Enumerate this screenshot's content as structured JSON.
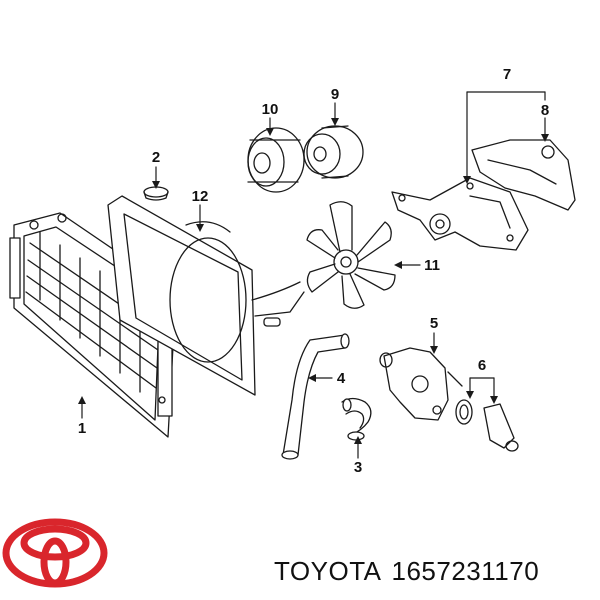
{
  "diagram": {
    "callouts": [
      {
        "id": "1",
        "text": "1"
      },
      {
        "id": "2",
        "text": "2"
      },
      {
        "id": "3",
        "text": "3"
      },
      {
        "id": "4",
        "text": "4"
      },
      {
        "id": "5",
        "text": "5"
      },
      {
        "id": "6",
        "text": "6"
      },
      {
        "id": "7",
        "text": "7"
      },
      {
        "id": "8",
        "text": "8"
      },
      {
        "id": "9",
        "text": "9"
      },
      {
        "id": "10",
        "text": "10"
      },
      {
        "id": "11",
        "text": "11"
      },
      {
        "id": "12",
        "text": "12"
      }
    ]
  },
  "footer": {
    "brand": "TOYOTA",
    "part_number": "1657231170"
  },
  "colors": {
    "logo": "#d9262c",
    "line": "#1a1a1a"
  },
  "icons": {
    "logo": "toyota-logo-icon"
  }
}
